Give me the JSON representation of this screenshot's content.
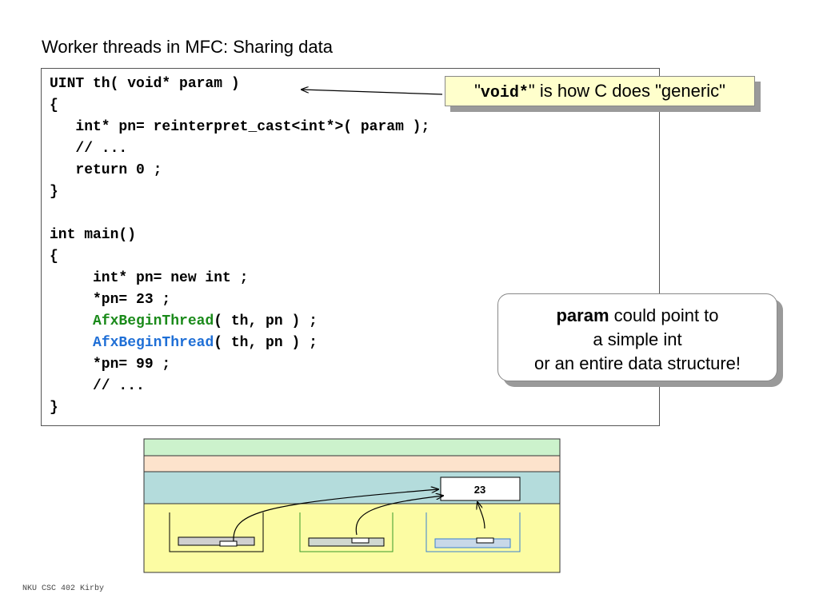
{
  "title": "Worker threads in MFC: Sharing data",
  "code": {
    "lines": [
      "UINT th( void* param )",
      "{",
      "   int* pn= reinterpret_cast<int*>( param );",
      "   // ...",
      "   return 0 ;",
      "}",
      "int main()",
      "{",
      "     int* pn= new int ;",
      "     *pn= 23 ;",
      "     ( th, pn ) ;",
      "     ( th, pn ) ;",
      "     *pn= 99 ;",
      "     // ...",
      "}"
    ],
    "call_func": "AfxBeginThread",
    "call_args": "( th, pn ) ;",
    "call_indent": "     ",
    "colors": {
      "green_call": "#1a8a1a",
      "blue_call": "#1f6fd6"
    }
  },
  "callout_void": {
    "quote_open": "\"",
    "keyword": "void*",
    "rest": "\" is how C does \"generic\""
  },
  "callout_param": {
    "bold": "param",
    "line1_rest": " could point to",
    "line2": "a simple int",
    "line3": "or an entire data structure!"
  },
  "memory": {
    "value_label": "23",
    "colors": {
      "band1": "#ccf2cc",
      "band2": "#fde3cc",
      "band3": "#b4dcdc",
      "stack": "#fcfca3"
    }
  },
  "footer": "NKU CSC 402 Kirby"
}
